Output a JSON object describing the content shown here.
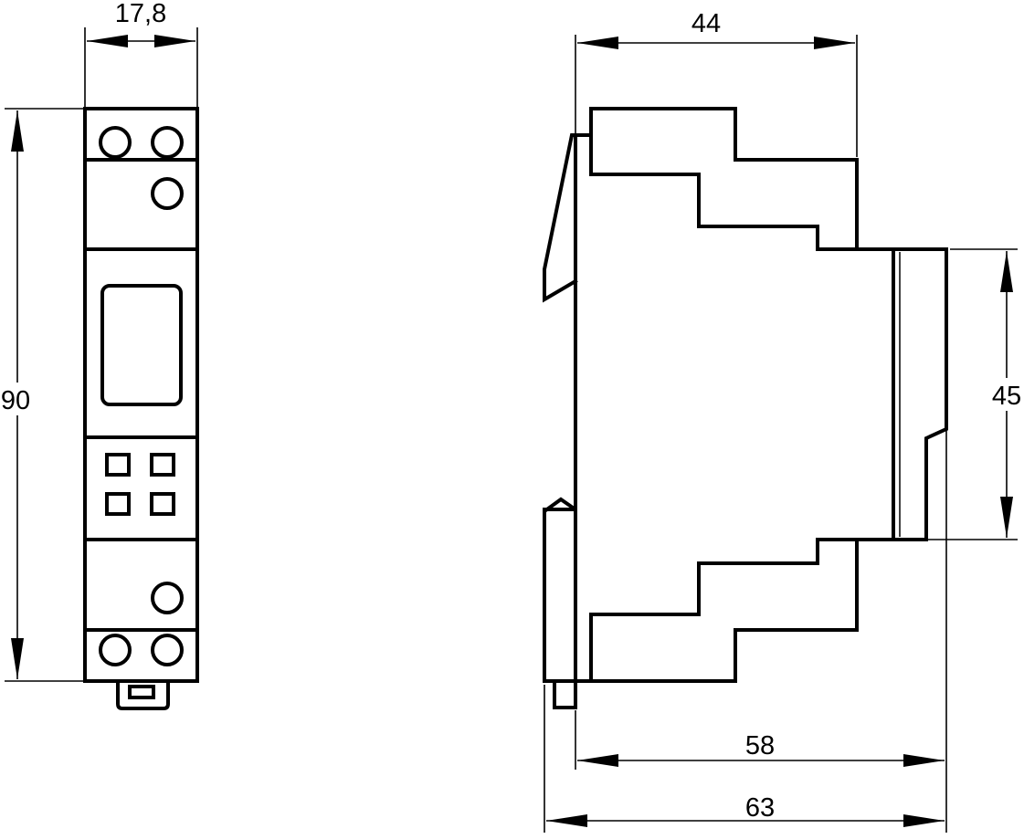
{
  "dimensions": {
    "front_width": "17,8",
    "front_height": "90",
    "side_depth_top": "44",
    "side_front_height": "45",
    "side_depth_58": "58",
    "side_depth_63": "63"
  },
  "colors": {
    "line": "#000000",
    "background": "#ffffff"
  }
}
